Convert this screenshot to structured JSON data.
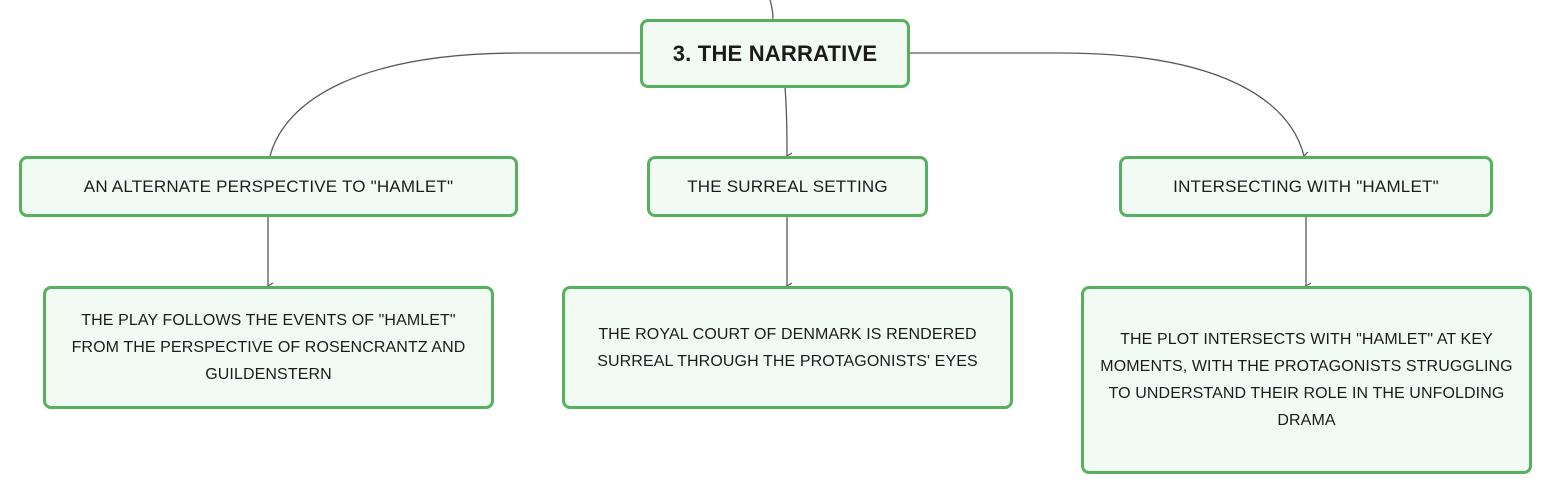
{
  "colors": {
    "node_border": "#55b15e",
    "node_fill": "#f2fbf3",
    "connector": "#5a5a5a",
    "text": "#1b1b1b"
  },
  "root": {
    "label": "3. THE NARRATIVE"
  },
  "branches": [
    {
      "label": "AN ALTERNATE PERSPECTIVE TO \"HAMLET\"",
      "detail": "THE PLAY FOLLOWS THE EVENTS OF \"HAMLET\" FROM THE PERSPECTIVE OF ROSENCRANTZ AND GUILDENSTERN"
    },
    {
      "label": "THE SURREAL SETTING",
      "detail": "THE ROYAL COURT OF DENMARK IS RENDERED SURREAL THROUGH THE PROTAGONISTS' EYES"
    },
    {
      "label": "INTERSECTING WITH \"HAMLET\"",
      "detail": "THE PLOT INTERSECTS WITH \"HAMLET\" AT KEY MOMENTS, WITH THE PROTAGONISTS STRUGGLING TO UNDERSTAND THEIR ROLE IN THE UNFOLDING DRAMA"
    }
  ]
}
